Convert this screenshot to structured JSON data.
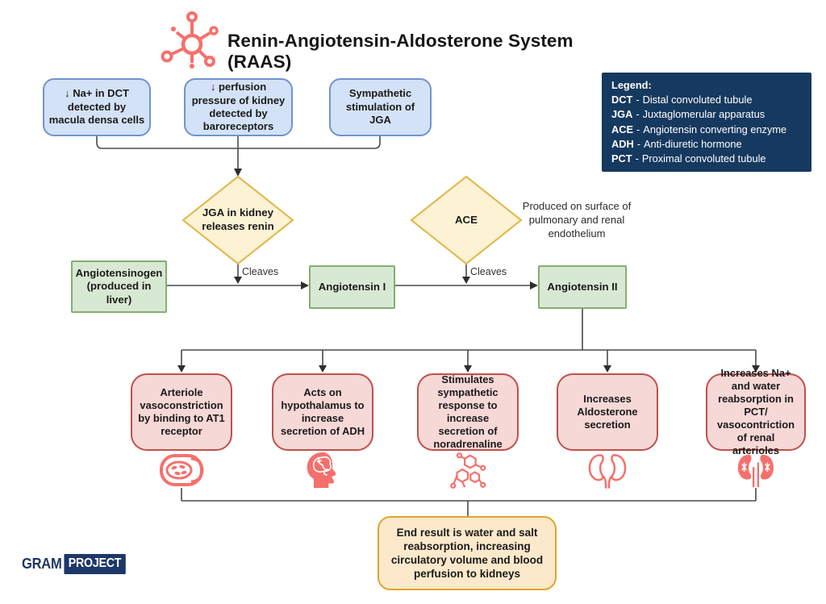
{
  "header": {
    "title": "Renin-Angiotensin-Aldosterone System (RAAS)",
    "title_icon": "molecule-icon"
  },
  "triggers": [
    {
      "label": "↓ Na+ in DCT detected by macula densa cells"
    },
    {
      "label": "↓ perfusion pressure of kidney detected by baroreceptors"
    },
    {
      "label": "Sympathetic stimulation of JGA"
    }
  ],
  "legend": {
    "title": "Legend:",
    "separator": "-",
    "items": [
      {
        "abbr": "DCT",
        "def": "Distal convoluted tubule"
      },
      {
        "abbr": "JGA",
        "def": "Juxtaglomerular apparatus"
      },
      {
        "abbr": "ACE",
        "def": "Angiotensin converting enzyme"
      },
      {
        "abbr": "ADH",
        "def": "Anti-diuretic hormone"
      },
      {
        "abbr": "PCT",
        "def": "Proximal convoluted tubule"
      }
    ]
  },
  "process": {
    "jga_label": "JGA in kidney releases renin",
    "ace_label": "ACE",
    "ace_note": "Produced on surface of pulmonary and renal endothelium",
    "cleaves_label": "Cleaves"
  },
  "substances": [
    {
      "label": "Angiotensinogen (produced in liver)"
    },
    {
      "label": "Angiotensin I"
    },
    {
      "label": "Angiotensin II"
    }
  ],
  "effects": [
    {
      "label": "Arteriole vasoconstriction by binding to AT1 receptor",
      "icon": "blood-vessel-icon"
    },
    {
      "label": "Acts on hypothalamus to increase secretion of ADH",
      "icon": "head-brain-icon"
    },
    {
      "label": "Stimulates sympathetic response to increase secretion of noradrenaline",
      "icon": "noradrenaline-molecule-icon"
    },
    {
      "label": "Increases Aldosterone secretion",
      "icon": "kidneys-outline-icon"
    },
    {
      "label": "Increases Na+ and water reabsorption in PCT/ vasocontriction of renal arterioles",
      "icon": "kidneys-filled-icon"
    }
  ],
  "end_result": {
    "text": "End result is water and salt reabsorption, increasing circulatory volume and blood perfusion to kidneys"
  },
  "footer": {
    "logo_gram": "GRAM",
    "logo_project": "PROJECT"
  },
  "colors": {
    "trigger_fill": "#d3e2f6",
    "trigger_border": "#6f95cd",
    "decision_fill": "#fcf3d5",
    "decision_border": "#e2ba52",
    "substance_fill": "#d8e9d3",
    "substance_border": "#83ae70",
    "effect_fill": "#f6d8d6",
    "effect_border": "#c0504c",
    "result_fill": "#fce9cb",
    "result_border": "#dfa52f",
    "legend_bg": "#16395f",
    "icon_red": "#f5706c",
    "line": "#4a4a4a"
  }
}
